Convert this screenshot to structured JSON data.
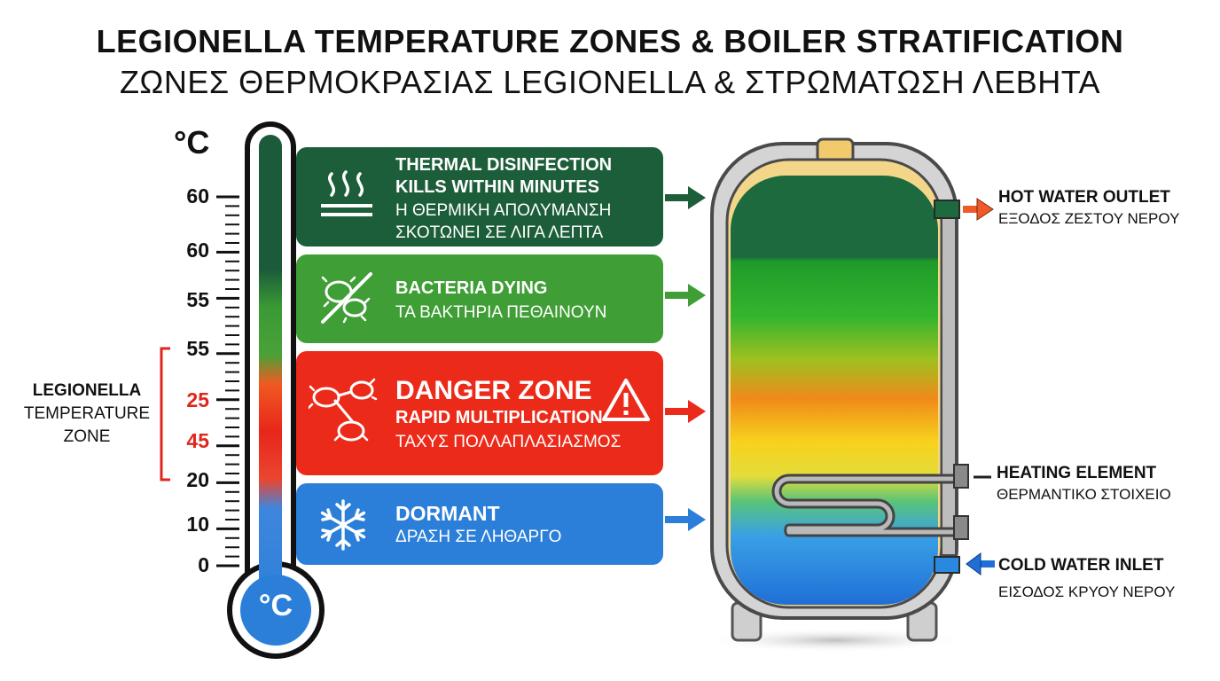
{
  "title": {
    "english": "LEGIONELLA TEMPERATURE ZONES & BOILER STRATIFICATION",
    "greek": "ΖΩΝΕΣ ΘΕΡΜΟΚΡΑΣΙΑΣ LEGIONELLA & ΣΤΡΩΜΑΤΩΣΗ ΛΕΒΗΤΑ"
  },
  "thermometer": {
    "unit_top": "°C",
    "unit_bulb": "°C",
    "tick_labels": [
      "60",
      "60",
      "55",
      "55",
      "25",
      "45",
      "20",
      "10",
      "0"
    ],
    "legionella_zone_label": [
      "LEGIONELLA",
      "TEMPERATURE",
      "ZONE"
    ]
  },
  "zones": [
    {
      "id": "thermal",
      "english_lines": [
        "THERMAL DISINFECTION",
        "KILLS WITHIN MINUTES"
      ],
      "greek_lines": [
        "Η ΘΕΡΜΙΚΗ ΑΠΟΛΥΜΑΝΣΗ",
        "ΣΚΟΤΩΝΕΙ ΣΕ ΛΙΓΑ ΛΕΠΤΑ"
      ],
      "color": "#1d5e3a",
      "icon": "heat-waves-icon"
    },
    {
      "id": "dying",
      "english_lines": [
        "BACTERIA DYING"
      ],
      "greek_lines": [
        "ΤΑ ΒΑΚΤΗΡΙΑ ΠΕΘΑΙΝΟΥΝ"
      ],
      "color": "#3f9e35",
      "icon": "crossed-bacteria-icon"
    },
    {
      "id": "danger",
      "english_lines": [
        "DANGER ZONE",
        "RAPID MULTIPLICATION"
      ],
      "greek_lines": [
        "ΤΑΧΥΣ ΠΟΛΛΑΠΛΑΣΙΑΣΜΟΣ"
      ],
      "color": "#ec2a1a",
      "icon": "multiplying-bacteria-icon"
    },
    {
      "id": "dormant",
      "english_lines": [
        "DORMANT"
      ],
      "greek_lines": [
        "ΔΡΑΣΗ ΣΕ ΛΗΘΑΡΓΟ"
      ],
      "color": "#2b7fd9",
      "icon": "snowflake-icon"
    }
  ],
  "boiler": {
    "hot_outlet": {
      "english": "HOT WATER OUTLET",
      "greek": "ΕΞΟΔΟΣ ΖΕΣΤΟΥ ΝΕΡΟΥ"
    },
    "heating_element": {
      "english": "HEATING ELEMENT",
      "greek": "ΘΕΡΜΑΝΤΙΚΟ ΣΤΟΙΧΕΙΟ"
    },
    "cold_inlet": {
      "english": "COLD WATER INLET",
      "greek": "ΕΙΣΟΔΟΣ ΚΡΥΟΥ ΝΕΡΟΥ"
    }
  },
  "colors": {
    "dark_green": "#1d5e3a",
    "green": "#3f9e35",
    "red": "#ec2a1a",
    "blue": "#2b7fd9",
    "hot_arrow": "#f05a28",
    "cold_arrow": "#1f6fd6"
  }
}
